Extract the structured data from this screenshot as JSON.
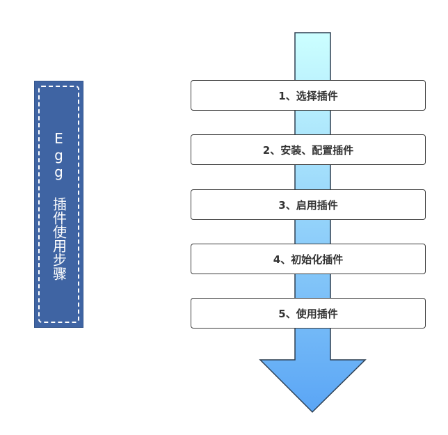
{
  "title_panel": {
    "text": "Egg 插件使用步骤"
  },
  "steps": [
    "1、选择插件",
    "2、安装、配置插件",
    "3、启用插件",
    "4、初始化插件",
    "5、使用插件"
  ],
  "colors": {
    "panel_fill": "#3f64a3",
    "arrow_top": "#ccffff",
    "arrow_bottom": "#5aa5f5",
    "box_border": "#3a3a3a"
  }
}
